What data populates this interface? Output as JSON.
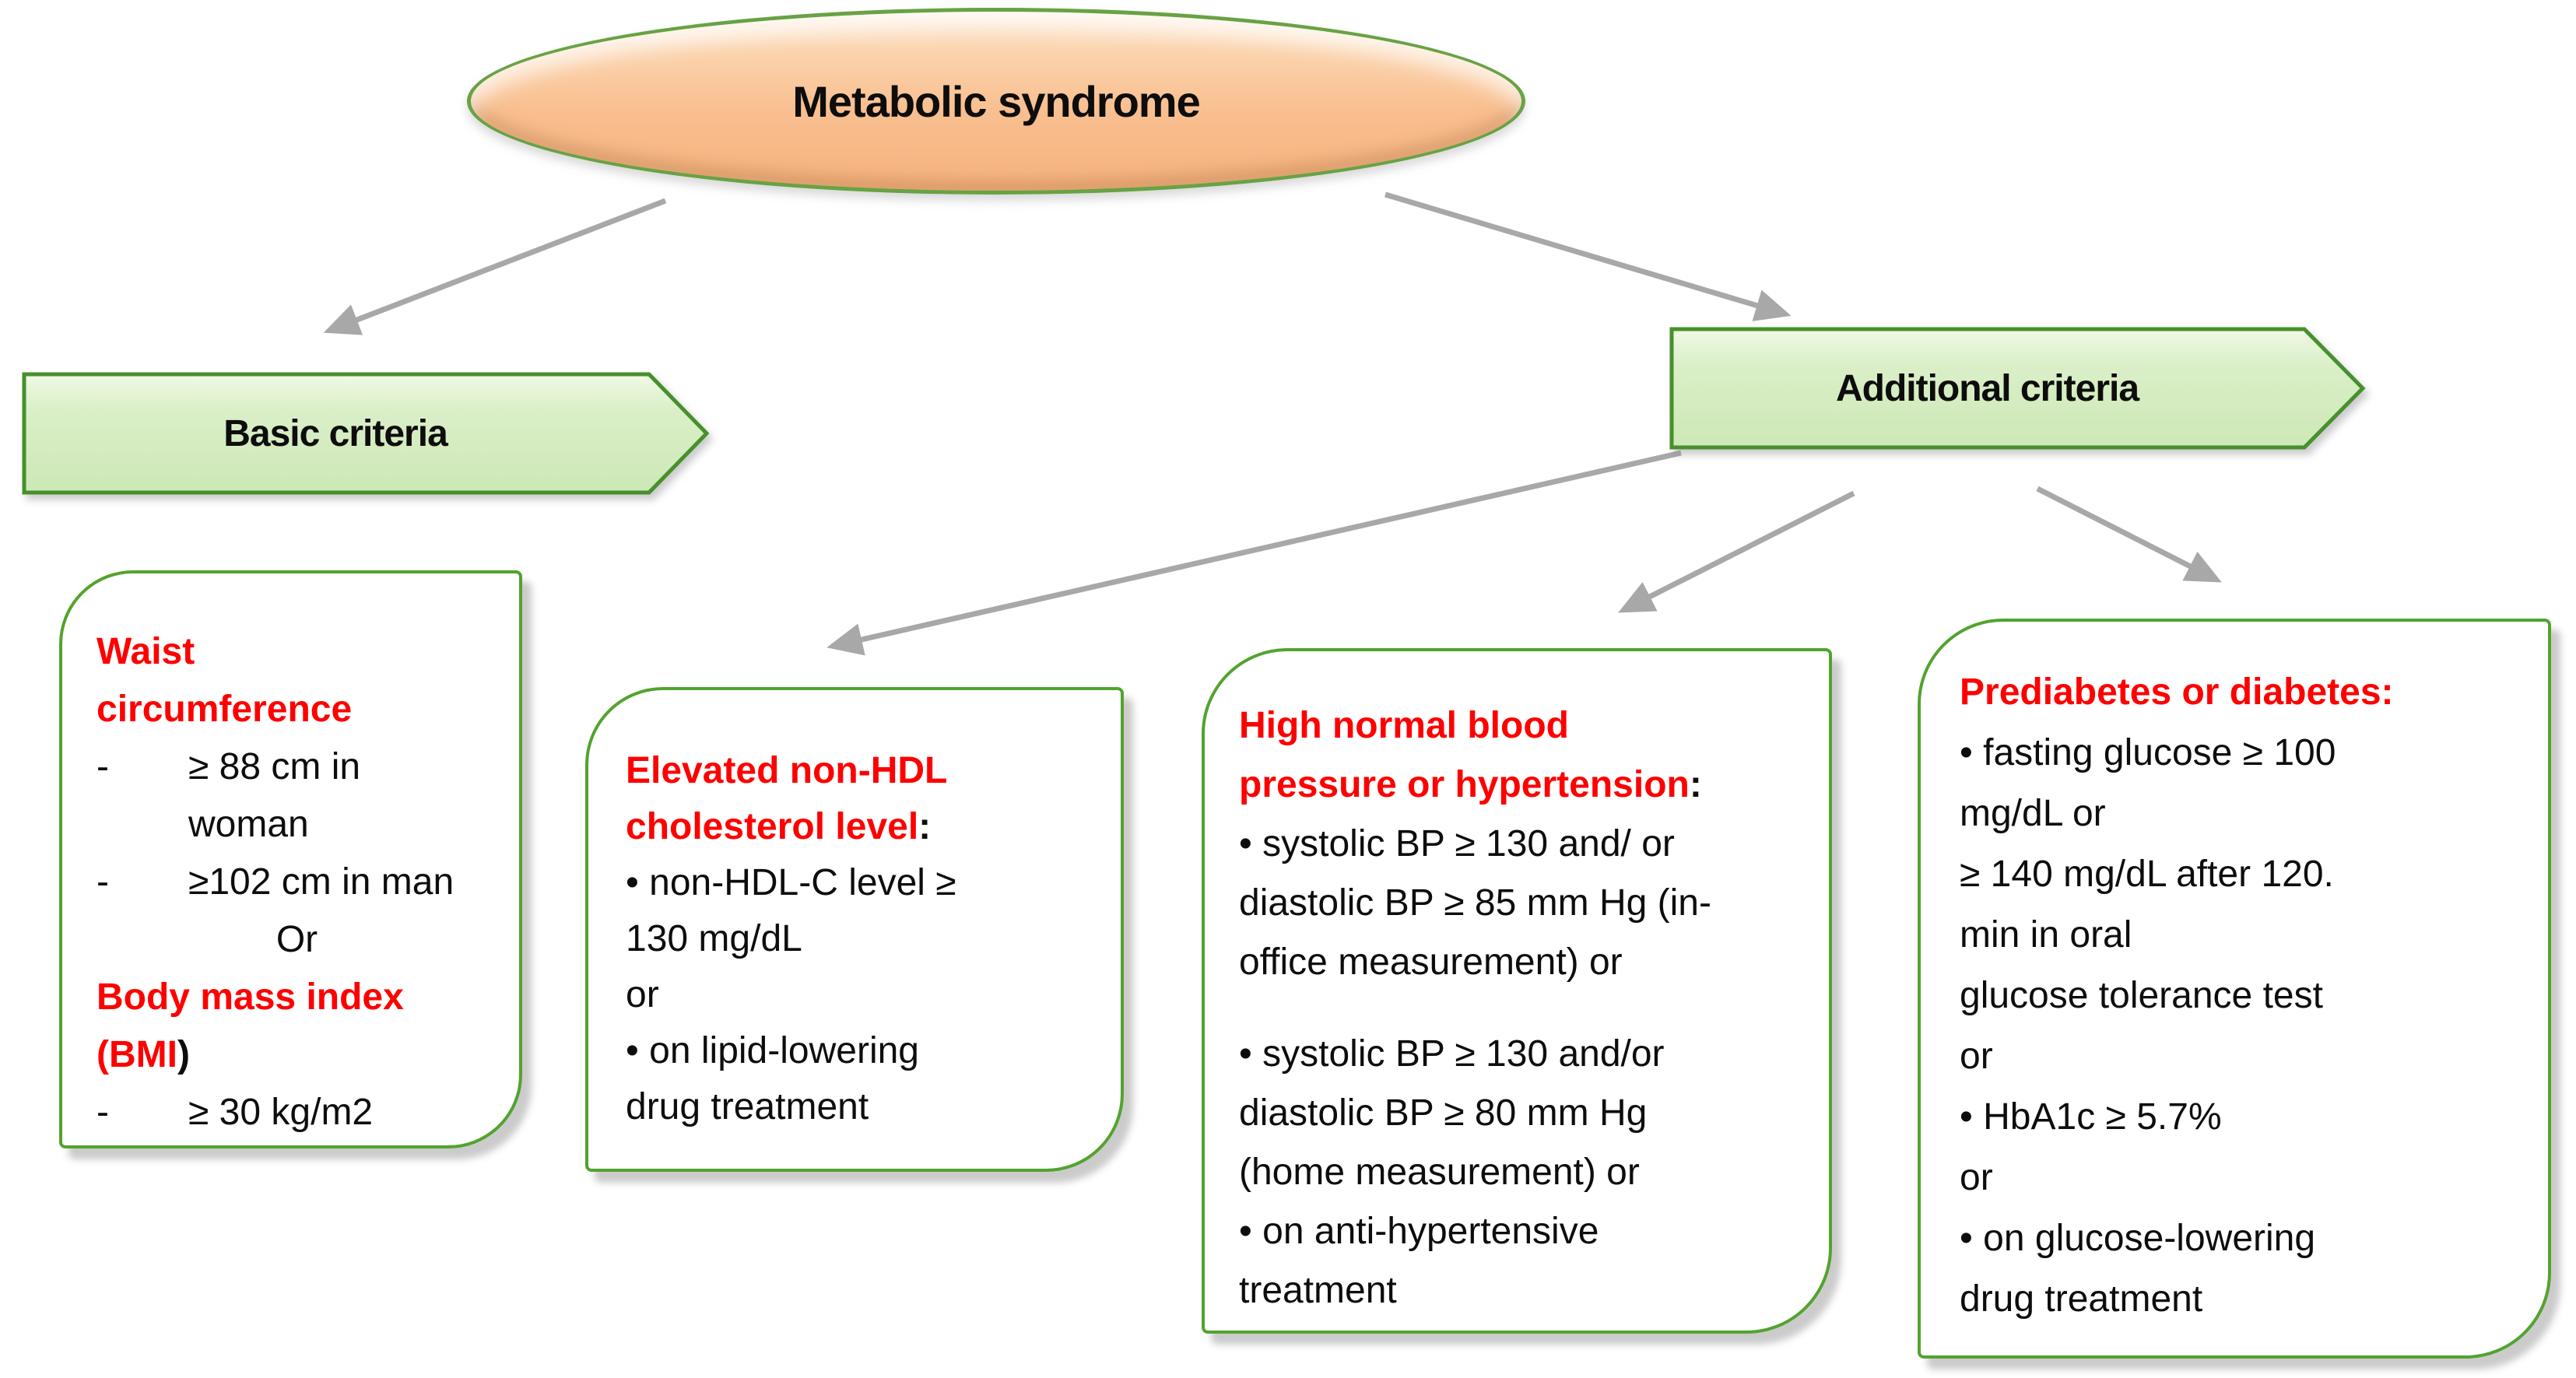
{
  "colors": {
    "ellipse_fill": "#f9bf90",
    "ellipse_border": "#68a244",
    "branch_fill": "#daefc8",
    "branch_border": "#47902c",
    "card_border": "#52a32e",
    "heading_red": "#ff0000",
    "text_black": "#0d0d0d",
    "connector_gray": "#a8a8a8",
    "background": "#ffffff"
  },
  "root": {
    "label": "Metabolic syndrome"
  },
  "branches": [
    {
      "id": "basic",
      "label": "Basic criteria"
    },
    {
      "id": "additional",
      "label": "Additional criteria"
    }
  ],
  "cards": [
    {
      "id": "waist-bmi",
      "lines": [
        {
          "style": "red",
          "text": "Waist"
        },
        {
          "style": "red",
          "text": "circumference"
        },
        {
          "style": "dash",
          "text": "≥ 88 cm in"
        },
        {
          "style": "cont",
          "text": "woman"
        },
        {
          "style": "dash",
          "text": "≥102 cm in man"
        },
        {
          "style": "center",
          "text": "Or"
        },
        {
          "style": "red",
          "text": "Body mass index"
        },
        {
          "style": "red",
          "text": "(BMI",
          "tail": ")"
        },
        {
          "style": "dash",
          "text": "≥ 30 kg/m2"
        }
      ]
    },
    {
      "id": "non-hdl-cholesterol",
      "lines": [
        {
          "style": "red",
          "text": "Elevated non-HDL"
        },
        {
          "style": "red",
          "text": "cholesterol level",
          "tail": ":"
        },
        {
          "style": "text",
          "text": "• non-HDL-C level ≥"
        },
        {
          "style": "text",
          "text": "130 mg/dL"
        },
        {
          "style": "text",
          "text": "or"
        },
        {
          "style": "text",
          "text": "• on lipid-lowering"
        },
        {
          "style": "text",
          "text": "drug treatment"
        }
      ]
    },
    {
      "id": "blood-pressure",
      "lines": [
        {
          "style": "red",
          "text": "High normal blood"
        },
        {
          "style": "red",
          "text": "pressure or hypertension",
          "tail": ":"
        },
        {
          "style": "text",
          "text": "• systolic BP ≥ 130 and/ or"
        },
        {
          "style": "text",
          "text": "diastolic BP ≥ 85 mm Hg (in-"
        },
        {
          "style": "text",
          "text": "office measurement) or"
        },
        {
          "style": "spacer",
          "text": ""
        },
        {
          "style": "text",
          "text": "• systolic  BP ≥ 130 and/or"
        },
        {
          "style": "text",
          "text": "diastolic BP ≥ 80 mm Hg"
        },
        {
          "style": "text",
          "text": "(home measurement) or"
        },
        {
          "style": "text",
          "text": "• on anti-hypertensive"
        },
        {
          "style": "text",
          "text": "treatment"
        }
      ]
    },
    {
      "id": "prediabetes-diabetes",
      "lines": [
        {
          "style": "red",
          "text": "Prediabetes or diabetes:"
        },
        {
          "style": "text",
          "text": "• fasting glucose ≥ 100"
        },
        {
          "style": "text",
          "text": "mg/dL or"
        },
        {
          "style": "text",
          "text": "≥ 140 mg/dL after 120."
        },
        {
          "style": "text",
          "text": "min in oral"
        },
        {
          "style": "text",
          "text": "glucose tolerance test"
        },
        {
          "style": "text",
          "text": "or"
        },
        {
          "style": "text",
          "text": "• HbA1c ≥ 5.7%"
        },
        {
          "style": "text",
          "text": "or"
        },
        {
          "style": "text",
          "text": "• on glucose-lowering"
        },
        {
          "style": "text",
          "text": "drug treatment"
        }
      ]
    }
  ]
}
